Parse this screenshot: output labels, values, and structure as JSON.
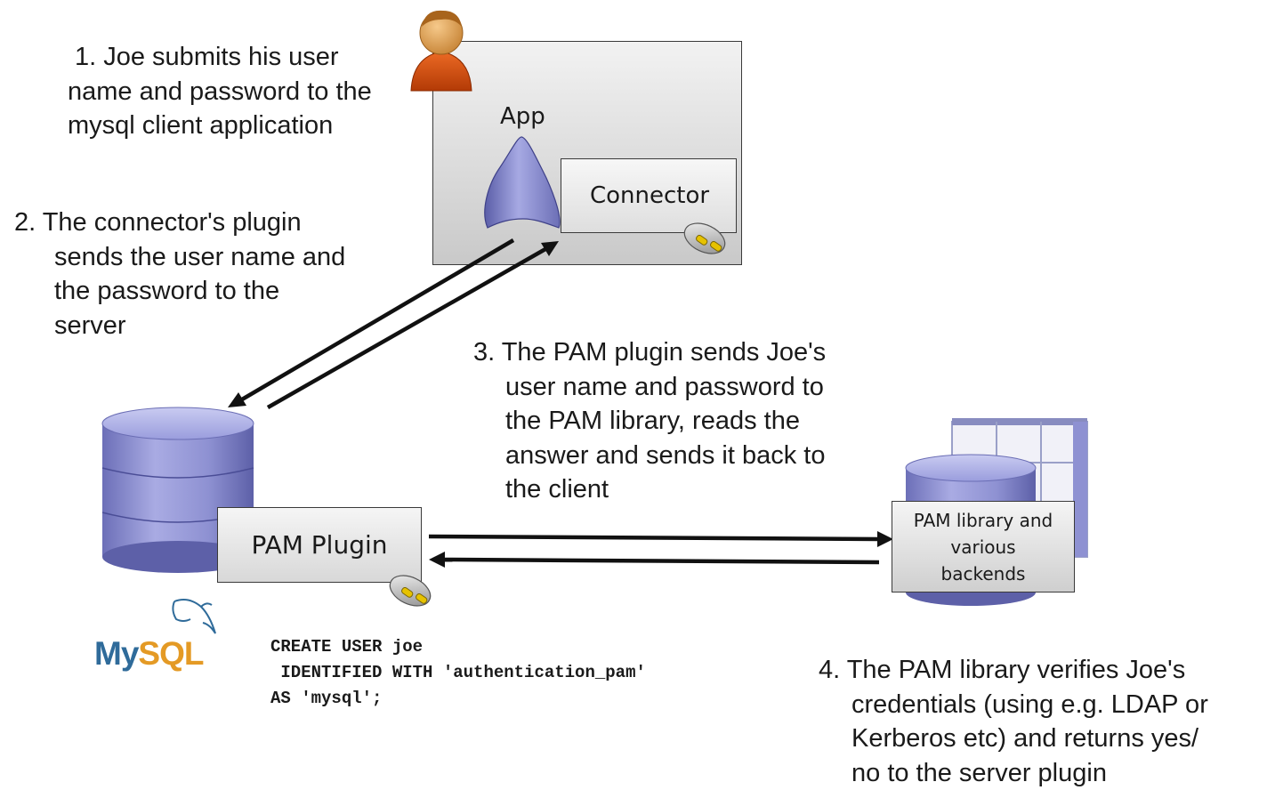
{
  "steps": {
    "step1": {
      "lines": [
        "1. Joe submits his user",
        "name and password to the",
        "mysql client application"
      ]
    },
    "step2": {
      "lines": [
        "2. The connector's plugin",
        "sends the user name and",
        "the password to the",
        "server"
      ]
    },
    "step3": {
      "lines": [
        "3. The PAM plugin sends Joe's",
        "user name and password to",
        "the PAM library, reads the",
        "answer and sends it back to",
        "the client"
      ]
    },
    "step4": {
      "lines": [
        "4. The PAM library verifies Joe's",
        "credentials (using e.g. LDAP or",
        "Kerberos etc) and returns yes/",
        "no to the server plugin"
      ]
    }
  },
  "client": {
    "app_label": "App",
    "connector_label": "Connector"
  },
  "server": {
    "pam_plugin_label": "PAM Plugin",
    "logo_my": "My",
    "logo_sql": "SQL"
  },
  "backend": {
    "lines": [
      "PAM library and",
      "various",
      "backends"
    ]
  },
  "code": {
    "lines": [
      "CREATE USER joe",
      " IDENTIFIED WITH 'authentication_pam'",
      "AS 'mysql';"
    ]
  },
  "colors": {
    "database": "#8c8fd0",
    "app_shape": "#8a8dd0",
    "user_icon_body": "#cc4a0a",
    "logo_blue": "#2f6b9a",
    "logo_orange": "#e49a25"
  },
  "icons": [
    "user-icon",
    "app-shape-icon",
    "plug-icon",
    "database-icon",
    "table-grid-icon",
    "dolphin-icon"
  ]
}
